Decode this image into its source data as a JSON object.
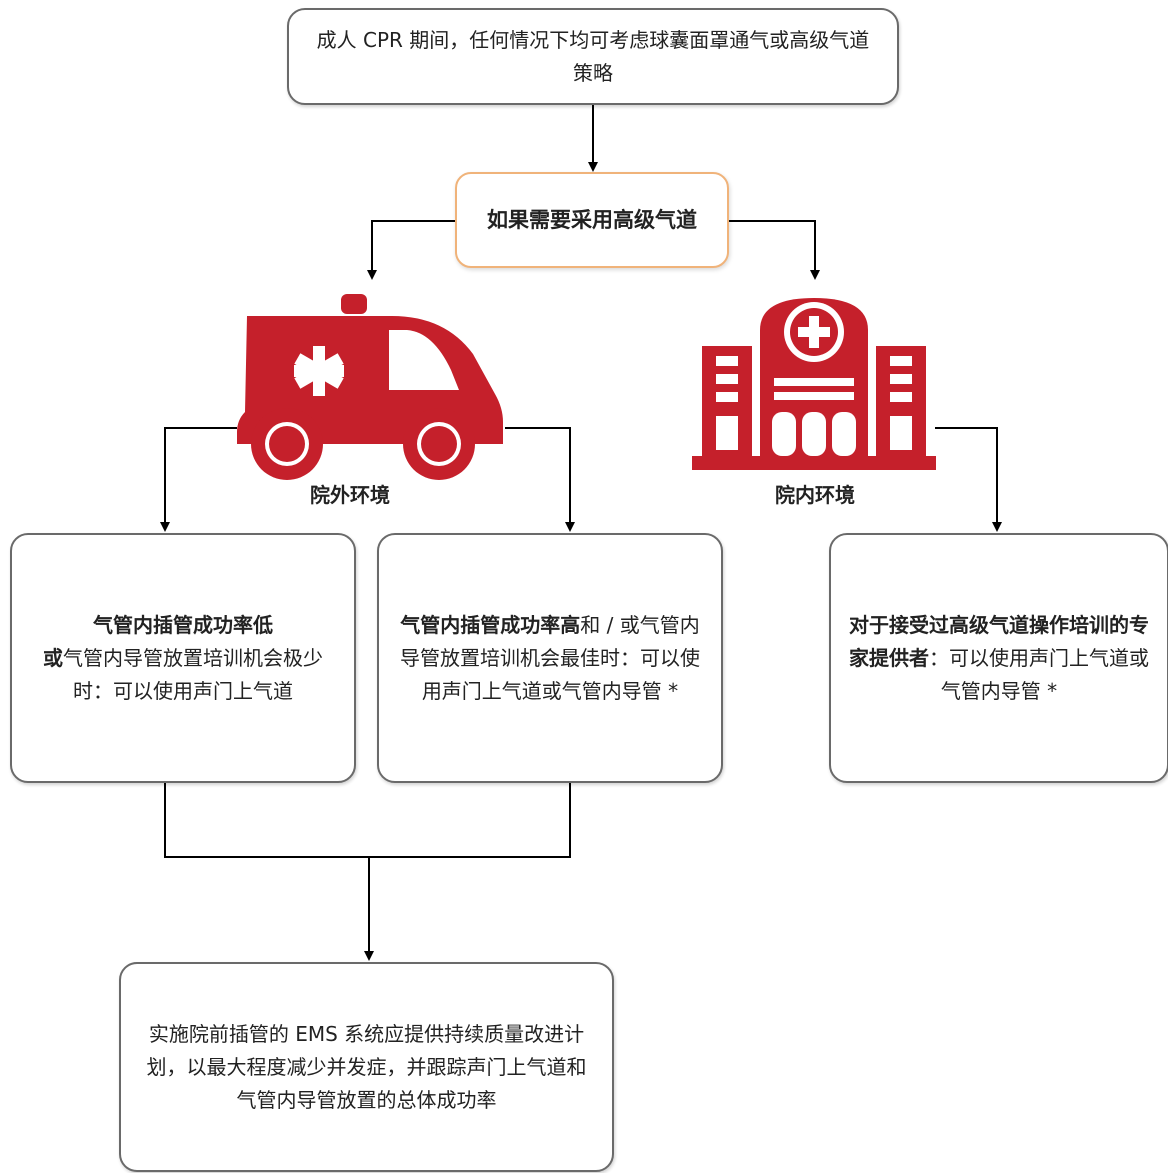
{
  "colors": {
    "icon_red": "#c5202b",
    "box_border": "#6a6a6a",
    "highlight_border": "#f0b37a",
    "line": "#000000"
  },
  "top_box": {
    "text": "成人 CPR 期间，任何情况下均可考虑球囊面罩通气或高级气道策略"
  },
  "decision_box": {
    "text": "如果需要采用高级气道"
  },
  "out_of_hospital": {
    "icon": "ambulance-icon",
    "label": "院外环境"
  },
  "in_hospital": {
    "icon": "hospital-icon",
    "label": "院内环境"
  },
  "box_low": {
    "bold": "气管内插管成功率低",
    "or": "或",
    "rest": "气管内导管放置培训机会极少时：可以使用声门上气道"
  },
  "box_high": {
    "bold": "气管内插管成功率高",
    "rest": "和 / 或气管内导管放置培训机会最佳时：可以使用声门上气道或气管内导管 *"
  },
  "box_expert": {
    "bold": "对于接受过高级气道操作培训的专家提供者",
    "rest": "：可以使用声门上气道或气管内导管 *"
  },
  "box_ems": {
    "text": "实施院前插管的 EMS 系统应提供持续质量改进计划，以最大程度减少并发症，并跟踪声门上气道和气管内导管放置的总体成功率"
  }
}
